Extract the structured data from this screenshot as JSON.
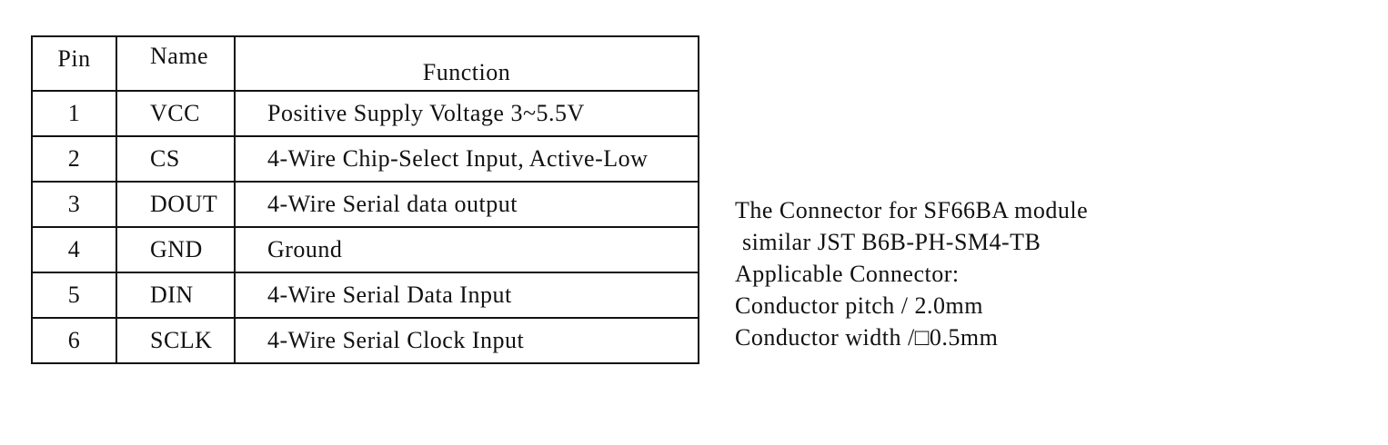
{
  "pin_table": {
    "headers": {
      "pin": "Pin",
      "name": "Name",
      "function": "Function"
    },
    "rows": [
      {
        "pin": "1",
        "name": "VCC",
        "function": "Positive Supply Voltage 3~5.5V"
      },
      {
        "pin": "2",
        "name": "CS",
        "function": "4-Wire Chip-Select Input, Active-Low"
      },
      {
        "pin": "3",
        "name": "DOUT",
        "function": "4-Wire Serial data output"
      },
      {
        "pin": "4",
        "name": "GND",
        "function": "Ground"
      },
      {
        "pin": "5",
        "name": "DIN",
        "function": "4-Wire Serial Data Input"
      },
      {
        "pin": "6",
        "name": "SCLK",
        "function": "4-Wire Serial Clock Input"
      }
    ]
  },
  "connector_note": {
    "lines": [
      "The Connector for SF66BA module",
      "similar JST B6B-PH-SM4-TB",
      "Applicable Connector:",
      "Conductor pitch / 2.0mm",
      "Conductor width /□0.5mm"
    ]
  }
}
